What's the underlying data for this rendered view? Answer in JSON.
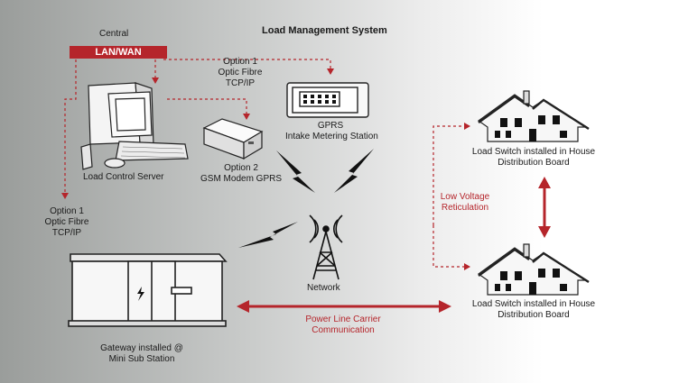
{
  "title": "Load Management System",
  "central": "Central",
  "lan_wan": "LAN/WAN",
  "option1_top": [
    "Option 1",
    "Optic Fibre",
    "TCP/IP"
  ],
  "option1_left": [
    "Option 1",
    "Optic Fibre",
    "TCP/IP"
  ],
  "option2": [
    "Option 2",
    "GSM Modem GPRS"
  ],
  "load_control_server": "Load Control Server",
  "gprs_station": [
    "GPRS",
    "Intake Metering Station"
  ],
  "network": "Network",
  "gateway": [
    "Gateway installed @",
    "Mini Sub Station"
  ],
  "low_voltage": [
    "Low Voltage",
    "Reticulation"
  ],
  "plc": [
    "Power Line Carrier",
    "Communication"
  ],
  "house_top": [
    "Load Switch installed in House",
    "Distribution Board"
  ],
  "house_bottom": [
    "Load Switch installed in House",
    "Distribution Board"
  ],
  "colors": {
    "accent": "#b5252b",
    "ink": "#1a1a1a"
  },
  "icons": [
    "computer-icon",
    "modem-icon",
    "meter-icon",
    "tower-icon",
    "lightning-icon",
    "house-icon",
    "substation-icon"
  ]
}
